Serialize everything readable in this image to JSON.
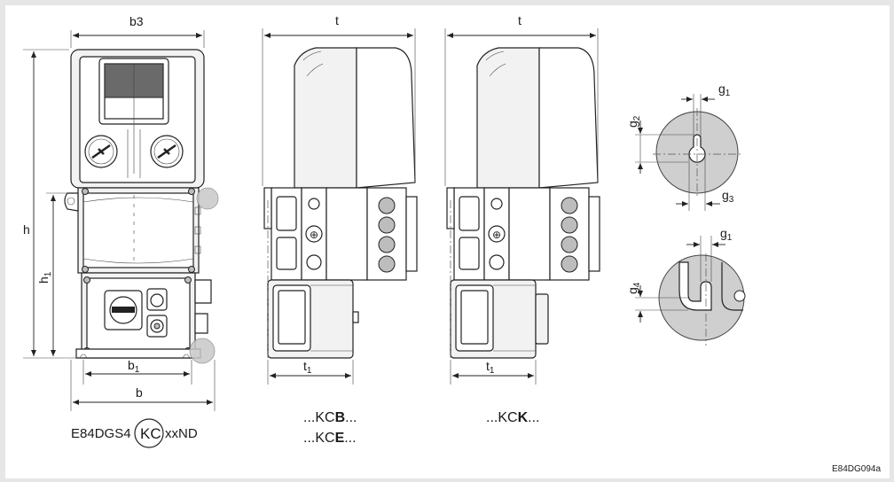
{
  "dimensions": {
    "b3": "b3",
    "h": "h",
    "h1": "h",
    "h1_sub": "1",
    "b1": "b",
    "b1_sub": "1",
    "b": "b",
    "t_middle": "t",
    "t1_middle": "t",
    "t1_middle_sub": "1",
    "t_right": "t",
    "t1_right": "t",
    "t1_right_sub": "1",
    "g1_top": "g",
    "g1_top_sub": "1",
    "g2": "g",
    "g2_sub": "2",
    "g3": "g",
    "g3_sub": "3",
    "g1_bottom": "g",
    "g1_bottom_sub": "1",
    "g4": "g",
    "g4_sub": "4"
  },
  "captions": {
    "front_prefix": "E84DGS4",
    "front_circle": "KC",
    "front_suffix": "xxND",
    "variant_b_pre": "...KC",
    "variant_b_bold": "B",
    "variant_b_post": "...",
    "variant_e_pre": "...KC",
    "variant_e_bold": "E",
    "variant_e_post": "...",
    "variant_k_pre": "...KC",
    "variant_k_bold": "K",
    "variant_k_post": "..."
  },
  "drawing_id": "E84DG094a"
}
